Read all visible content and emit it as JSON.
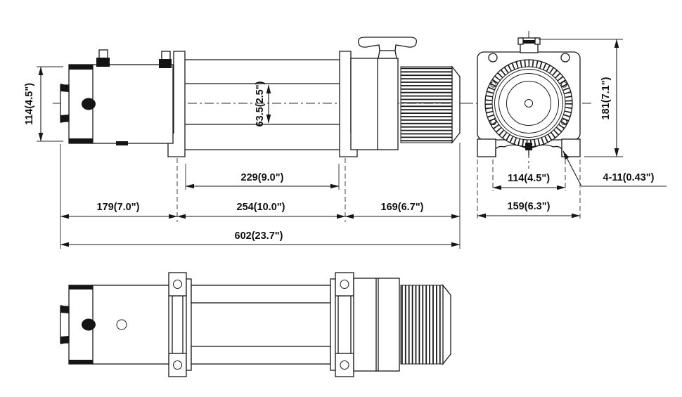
{
  "dims": {
    "side": {
      "motor_height": "114(4.5\")",
      "drum_diameter": "63.5(2.5\")",
      "drum_length": "229(9.0\")",
      "motor_length": "179(7.0\")",
      "center_length": "254(10.0\")",
      "gear_length": "169(6.7\")",
      "overall_length": "602(23.7\")"
    },
    "end": {
      "overall_height": "181(7.1\")",
      "bolt_spacing": "114(4.5\")",
      "base_width": "159(6.3\")",
      "mounting_holes": "4-11(0.43\")"
    }
  },
  "colors": {
    "line": "#1a1a1a",
    "background": "#ffffff"
  }
}
